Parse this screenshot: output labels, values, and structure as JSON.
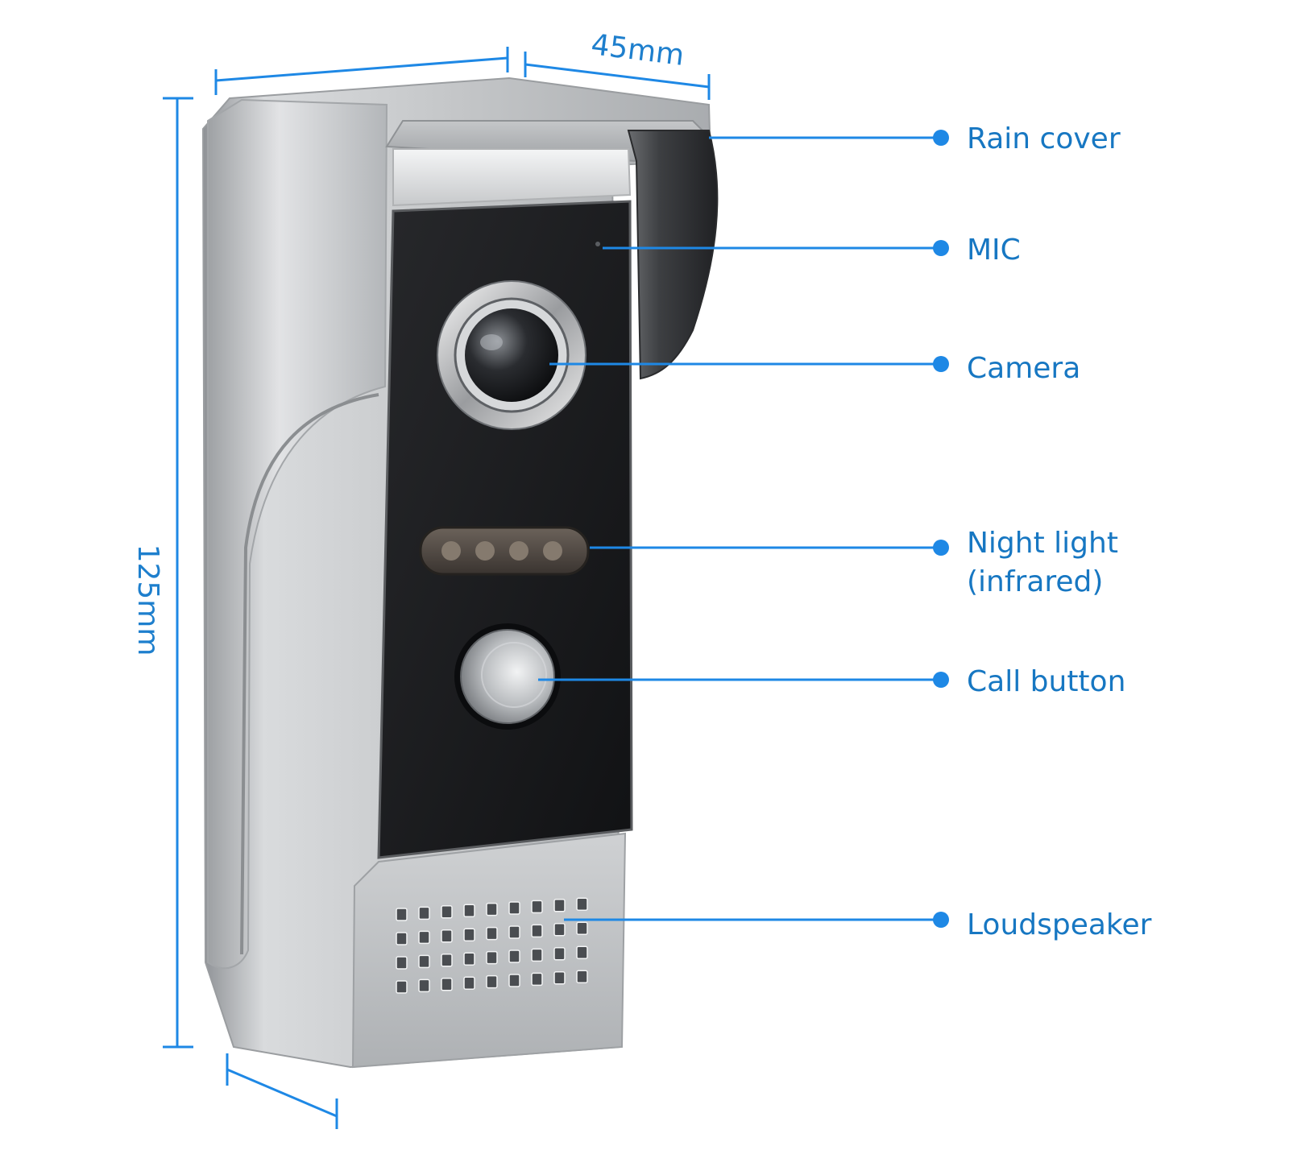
{
  "colors": {
    "accent": "#1e88e5",
    "label_text": "#1777c2",
    "panel": "#1b1c1f",
    "housing": "#c9cbcd"
  },
  "dimensions": {
    "depth": "45mm",
    "height": "125mm"
  },
  "callouts": [
    {
      "id": "rain-cover",
      "line1": "Rain cover",
      "line2": ""
    },
    {
      "id": "mic",
      "line1": "MIC",
      "line2": ""
    },
    {
      "id": "camera",
      "line1": "Camera",
      "line2": ""
    },
    {
      "id": "night-light",
      "line1": "Night light",
      "line2": "(infrared)"
    },
    {
      "id": "call-button",
      "line1": "Call button",
      "line2": ""
    },
    {
      "id": "loudspeaker",
      "line1": "Loudspeaker",
      "line2": ""
    }
  ]
}
